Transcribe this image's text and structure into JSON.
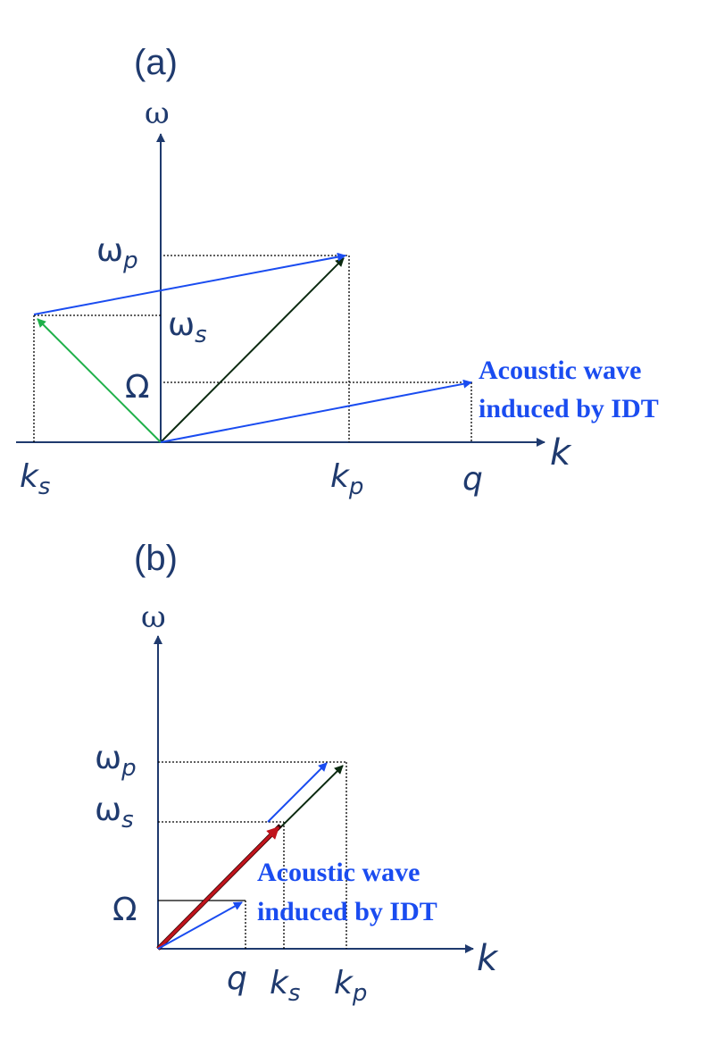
{
  "panel_a": {
    "title": "(a)",
    "axis_y": "ω",
    "axis_x": "k",
    "omega_p": {
      "base": "ω",
      "sub": "p"
    },
    "omega_s": {
      "base": "ω",
      "sub": "s"
    },
    "Omega": "Ω",
    "k_s": {
      "base": "k",
      "sub": "s"
    },
    "k_p": {
      "base": "k",
      "sub": "p"
    },
    "q": "q",
    "annotation_line1": "Acoustic wave",
    "annotation_line2": "induced by IDT"
  },
  "panel_b": {
    "title": "(b)",
    "axis_y": "ω",
    "axis_x": "k",
    "omega_p": {
      "base": "ω",
      "sub": "p"
    },
    "omega_s": {
      "base": "ω",
      "sub": "s"
    },
    "Omega": "Ω",
    "k_s": {
      "base": "k",
      "sub": "s"
    },
    "k_p": {
      "base": "k",
      "sub": "p"
    },
    "q": "q",
    "annotation_line1": "Acoustic wave",
    "annotation_line2": "induced by IDT"
  },
  "colors": {
    "axis": "#1f3a6e",
    "pump_vector": "#0b2a10",
    "stokes_vector_a": "#1fb04a",
    "acoustic_vector": "#1a4cf0",
    "stokes_vector_b": "#c0141c",
    "annotation": "#1a4cf0"
  }
}
